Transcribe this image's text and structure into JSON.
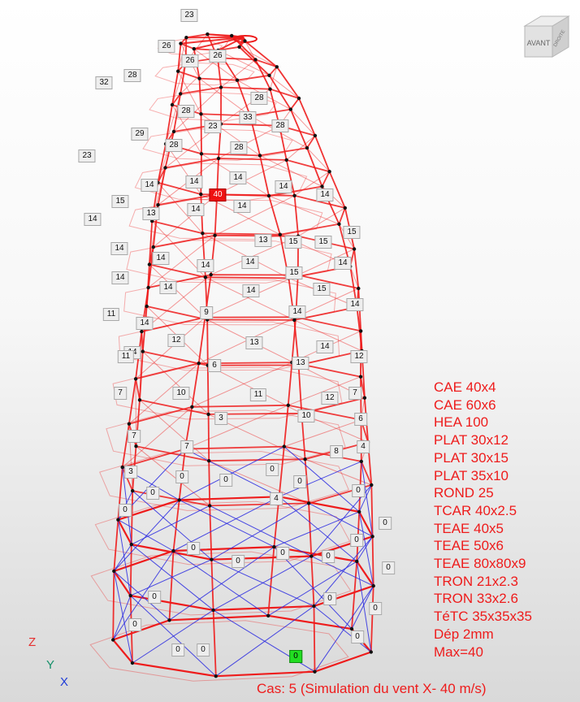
{
  "view_cube": {
    "front_label": "AVANT",
    "side_label": "DROITE"
  },
  "axes": {
    "z": "Z",
    "y": "Y",
    "x": "X"
  },
  "colors": {
    "member": "#ee1c1c",
    "bracing": "#2a2ae0",
    "node": "#111111",
    "label_bg": "#eeeeee",
    "max_bg": "#ee1111",
    "min_bg": "#22dd22"
  },
  "legend": [
    "CAE 40x4",
    "CAE 60x6",
    "HEA 100",
    "PLAT 30x12",
    "PLAT 30x15",
    "PLAT 35x10",
    "ROND 25",
    "TCAR 40x2.5",
    "TEAE 40x5",
    "TEAE 50x6",
    "TEAE 80x80x9",
    "TRON 21x2.3",
    "TRON 33x2.6",
    "TéTC 35x35x35",
    "Dép  2mm",
    "Max=40"
  ],
  "case_title": "Cas: 5 (Simulation du vent X- 40 m/s)",
  "labels": [
    "23",
    "26",
    "26",
    "26",
    "32",
    "28",
    "28",
    "28",
    "33",
    "28",
    "23",
    "28",
    "29",
    "23",
    "28",
    "14",
    "14",
    "40",
    "14",
    "14",
    "14",
    "14",
    "15",
    "14",
    "13",
    "14",
    "13",
    "15",
    "15",
    "15",
    "14",
    "14",
    "14",
    "14",
    "14",
    "15",
    "14",
    "15",
    "14",
    "14",
    "14",
    "14",
    "11",
    "9",
    "14",
    "14",
    "12",
    "13",
    "14",
    "11",
    "6",
    "13",
    "12",
    "7",
    "10",
    "11",
    "12",
    "7",
    "3",
    "10",
    "6",
    "7",
    "7",
    "8",
    "4",
    "3",
    "0",
    "0",
    "0",
    "0",
    "0",
    "4",
    "0",
    "0",
    "0",
    "0",
    "0",
    "0",
    "0",
    "0",
    "0",
    "0",
    "0",
    "0",
    "0",
    "0",
    "0",
    "0",
    "0"
  ]
}
